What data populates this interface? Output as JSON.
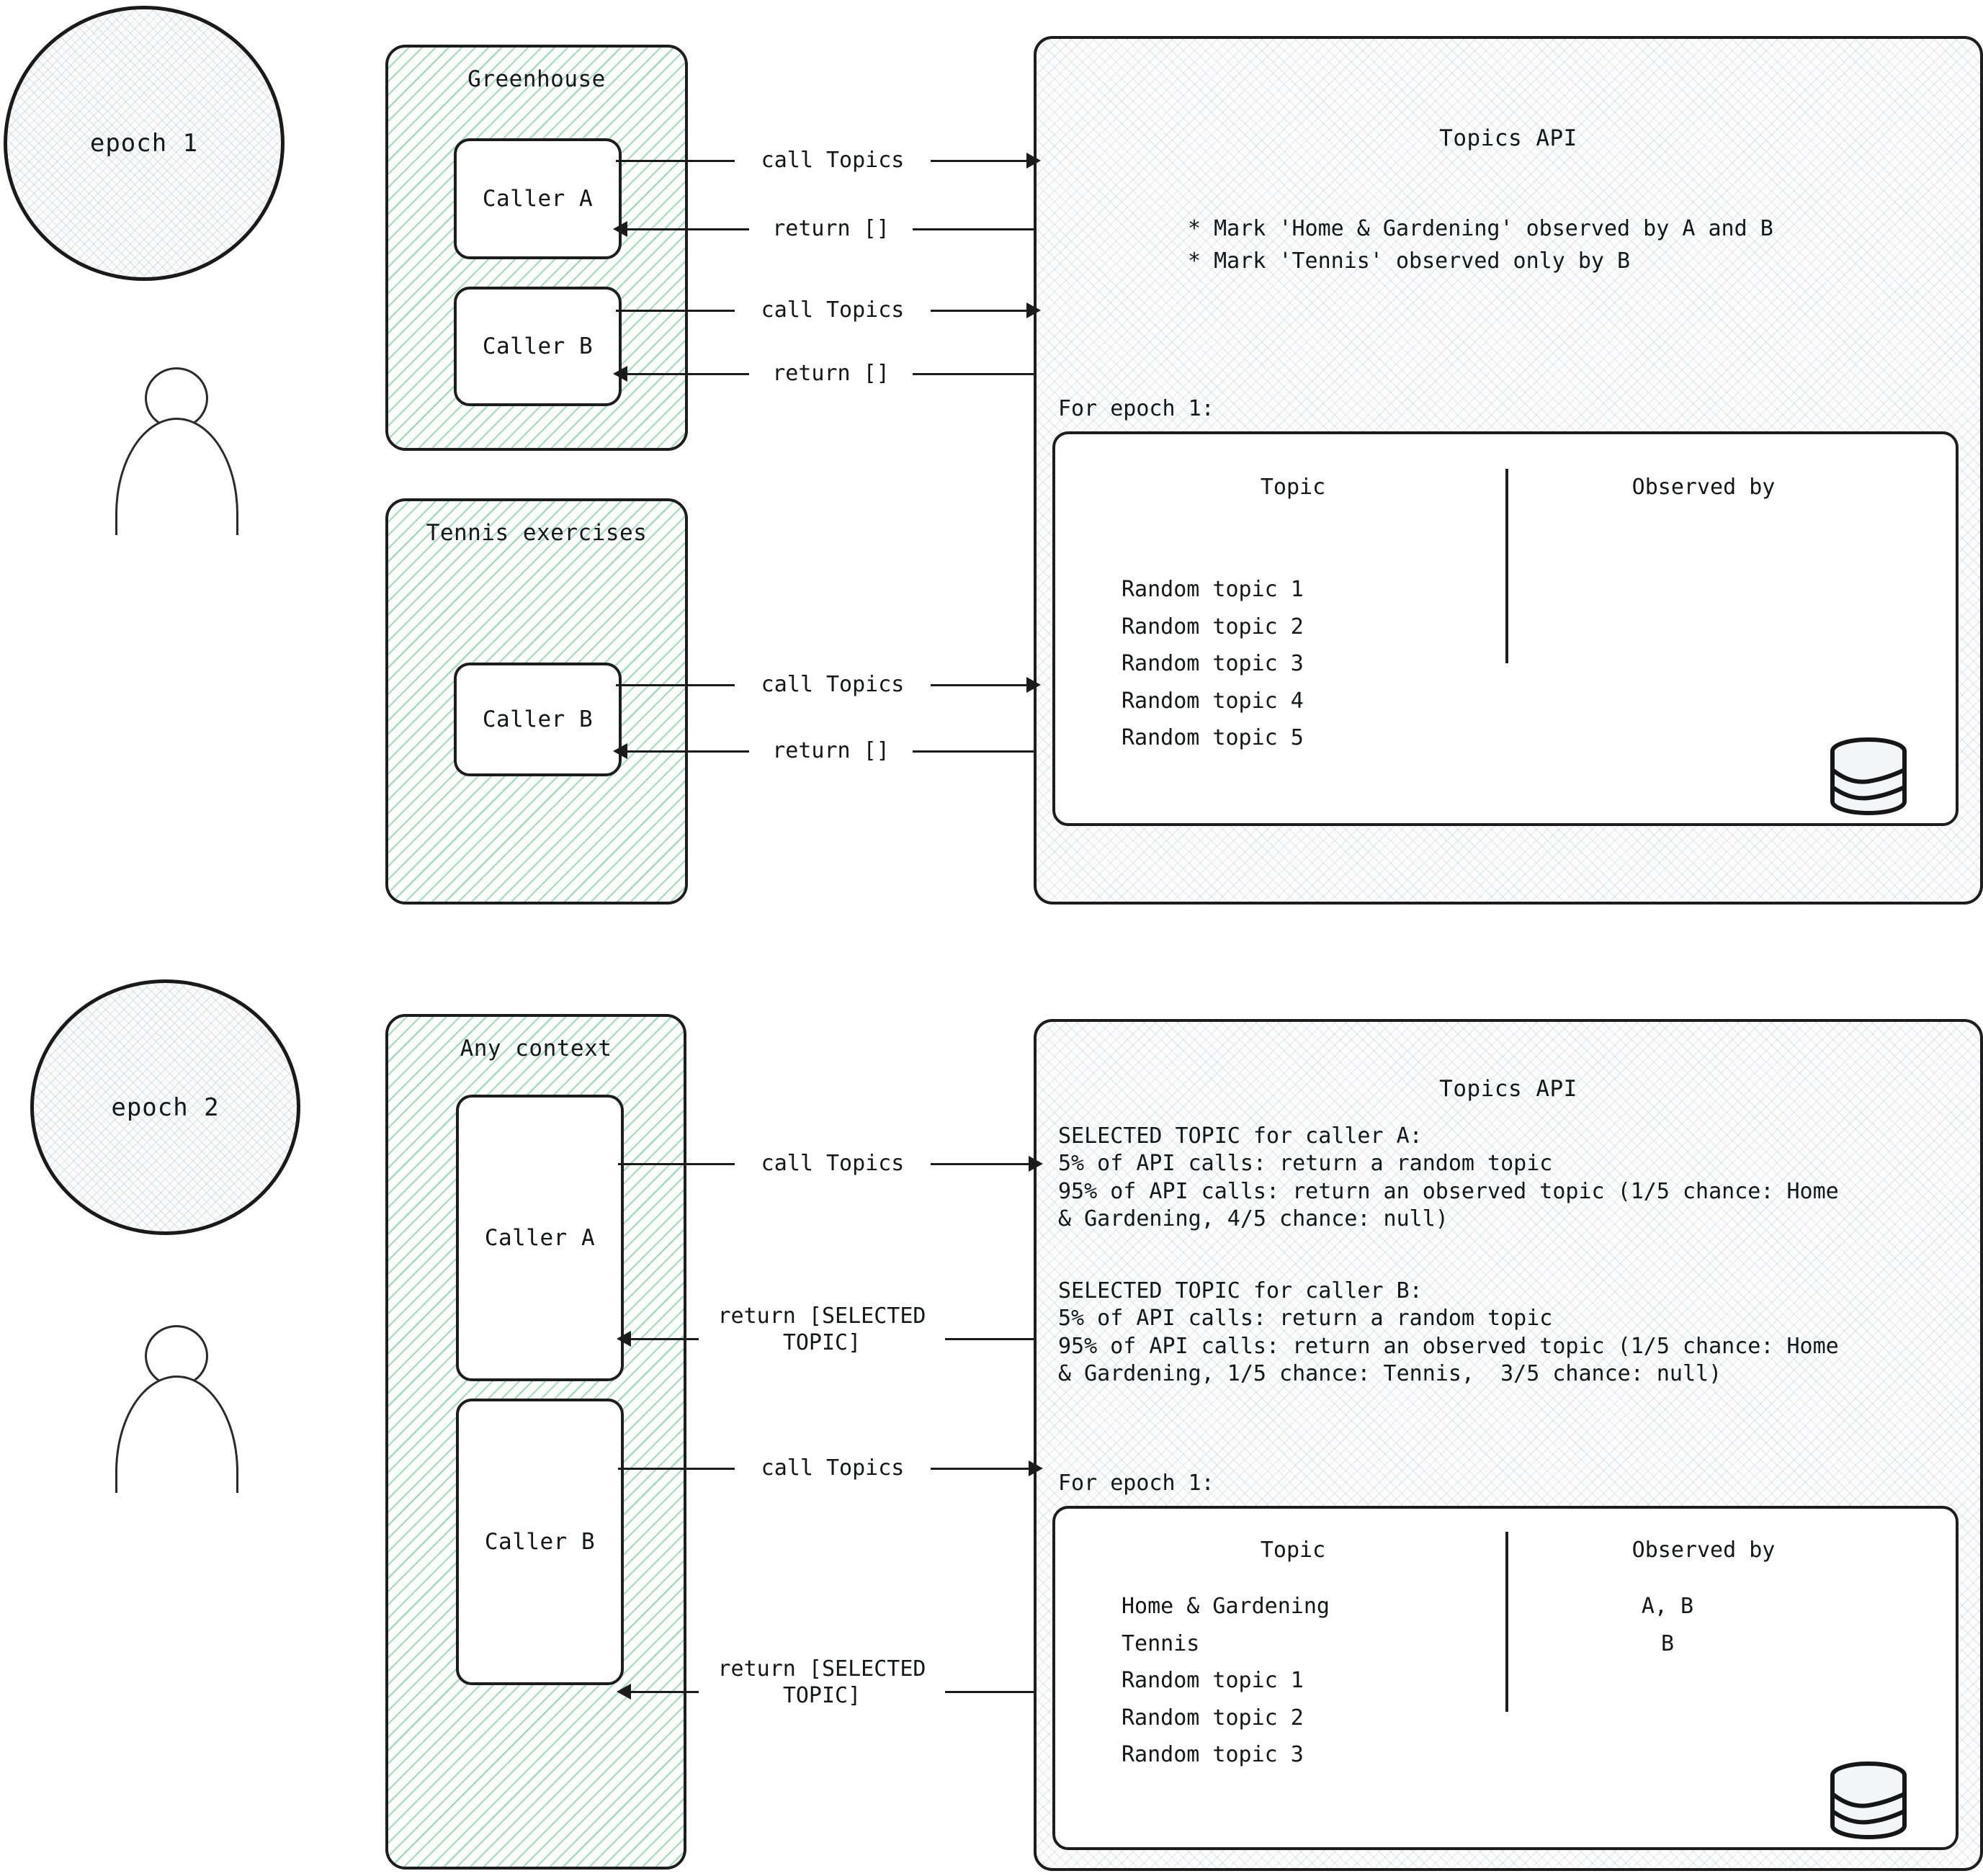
{
  "epoch1": {
    "circle_label": "epoch 1",
    "contexts": [
      {
        "title": "Greenhouse",
        "callers": [
          "Caller A",
          "Caller B"
        ]
      },
      {
        "title": "Tennis exercises",
        "callers": [
          "Caller B"
        ]
      }
    ],
    "arrows": [
      {
        "label": "call Topics",
        "direction": "right"
      },
      {
        "label": "return []",
        "direction": "left"
      },
      {
        "label": "call Topics",
        "direction": "right"
      },
      {
        "label": "return []",
        "direction": "left"
      },
      {
        "label": "call Topics",
        "direction": "right"
      },
      {
        "label": "return []",
        "direction": "left"
      }
    ],
    "api": {
      "title": "Topics API",
      "bullets": [
        "* Mark 'Home & Gardening' observed by A and B",
        "* Mark 'Tennis' observed only by B"
      ],
      "epoch_caption": "For epoch 1:",
      "table": {
        "columns": [
          "Topic",
          "Observed by"
        ],
        "rows": [
          {
            "topic": "Random topic 1",
            "observed_by": ""
          },
          {
            "topic": "Random topic 2",
            "observed_by": ""
          },
          {
            "topic": "Random topic 3",
            "observed_by": ""
          },
          {
            "topic": "Random topic 4",
            "observed_by": ""
          },
          {
            "topic": "Random topic 5",
            "observed_by": ""
          }
        ]
      },
      "db_icon": "database-icon"
    }
  },
  "epoch2": {
    "circle_label": "epoch 2",
    "contexts": [
      {
        "title": "Any context",
        "callers": [
          "Caller A",
          "Caller B"
        ]
      }
    ],
    "arrows": [
      {
        "label": "call Topics",
        "direction": "right"
      },
      {
        "label": "return [SELECTED\nTOPIC]",
        "direction": "left"
      },
      {
        "label": "call Topics",
        "direction": "right"
      },
      {
        "label": "return [SELECTED\nTOPIC]",
        "direction": "left"
      }
    ],
    "api": {
      "title": "Topics API",
      "block_a": "SELECTED TOPIC for caller A:\n5% of API calls: return a random topic\n95% of API calls: return an observed topic (1/5 chance: Home\n& Gardening, 4/5 chance: null)",
      "block_b": "SELECTED TOPIC for caller B:\n5% of API calls: return a random topic\n95% of API calls: return an observed topic (1/5 chance: Home\n& Gardening, 1/5 chance: Tennis,  3/5 chance: null)",
      "epoch_caption": "For epoch 1:",
      "table": {
        "columns": [
          "Topic",
          "Observed by"
        ],
        "rows": [
          {
            "topic": "Home & Gardening",
            "observed_by": "A, B"
          },
          {
            "topic": "Tennis",
            "observed_by": "B"
          },
          {
            "topic": "Random topic 1",
            "observed_by": ""
          },
          {
            "topic": "Random topic 2",
            "observed_by": ""
          },
          {
            "topic": "Random topic 3",
            "observed_by": ""
          }
        ]
      },
      "db_icon": "database-icon"
    }
  },
  "colors": {
    "stroke": "#1d1d1d",
    "context_hatch": "#40be6e",
    "api_hatch": "#96a0b4",
    "background": "#ffffff"
  }
}
